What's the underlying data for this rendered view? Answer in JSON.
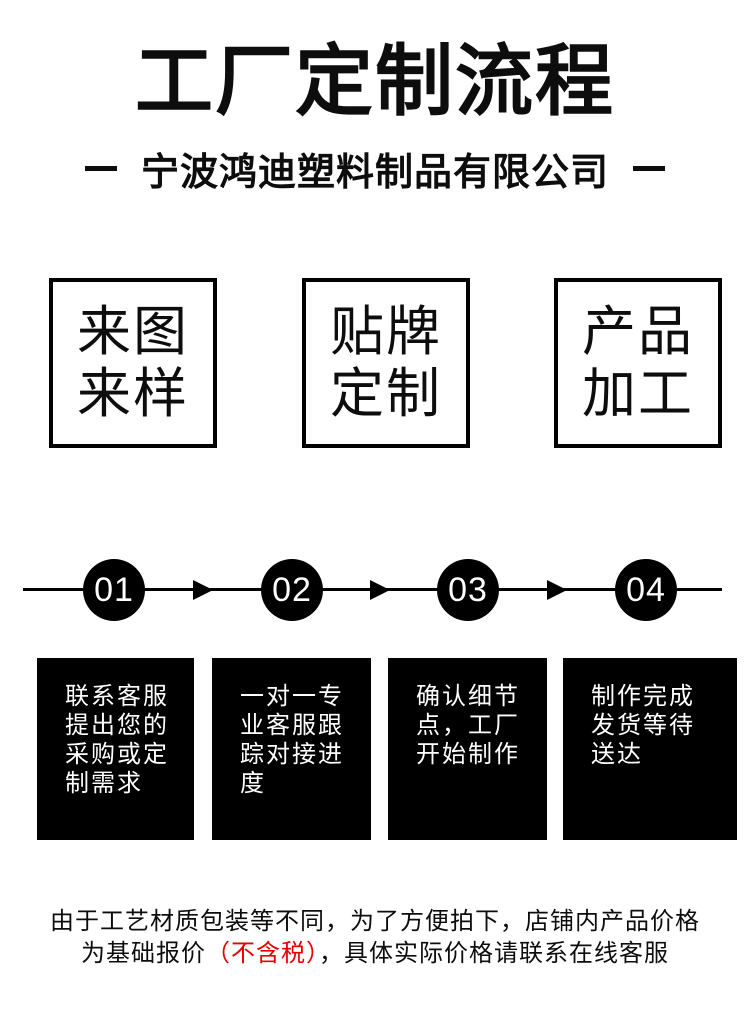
{
  "title": "工厂定制流程",
  "subtitle": {
    "company": "宁波鸿迪塑料制品有限公司"
  },
  "feature_boxes": [
    {
      "lines": [
        "来图",
        "来样"
      ]
    },
    {
      "lines": [
        "贴牌",
        "定制"
      ]
    },
    {
      "lines": [
        "产品",
        "加工"
      ]
    }
  ],
  "process": {
    "numbers": [
      "01",
      "02",
      "03",
      "04"
    ],
    "steps": [
      {
        "lines": [
          "联系客服",
          "提出您的",
          "采购或定",
          "制需求"
        ]
      },
      {
        "lines": [
          "一对一专",
          "业客服跟",
          "踪对接进",
          "度"
        ]
      },
      {
        "lines": [
          "确认细节",
          "点，工厂",
          "开始制作"
        ]
      },
      {
        "lines": [
          "制作完成",
          "发货等待",
          "送达"
        ]
      }
    ]
  },
  "note": {
    "line1": "由于工艺材质包装等不同，为了方便拍下，店铺内产品价格",
    "line2_prefix": "为基础报价",
    "line2_highlight": "（不含税）",
    "line2_suffix": "，具体实际价格请联系在线客服",
    "highlight_color": "#e60000"
  },
  "colors": {
    "text": "#0d0d0d",
    "box_fill": "#000000",
    "box_text": "#ffffff",
    "highlight": "#e60000",
    "background": "#ffffff"
  }
}
